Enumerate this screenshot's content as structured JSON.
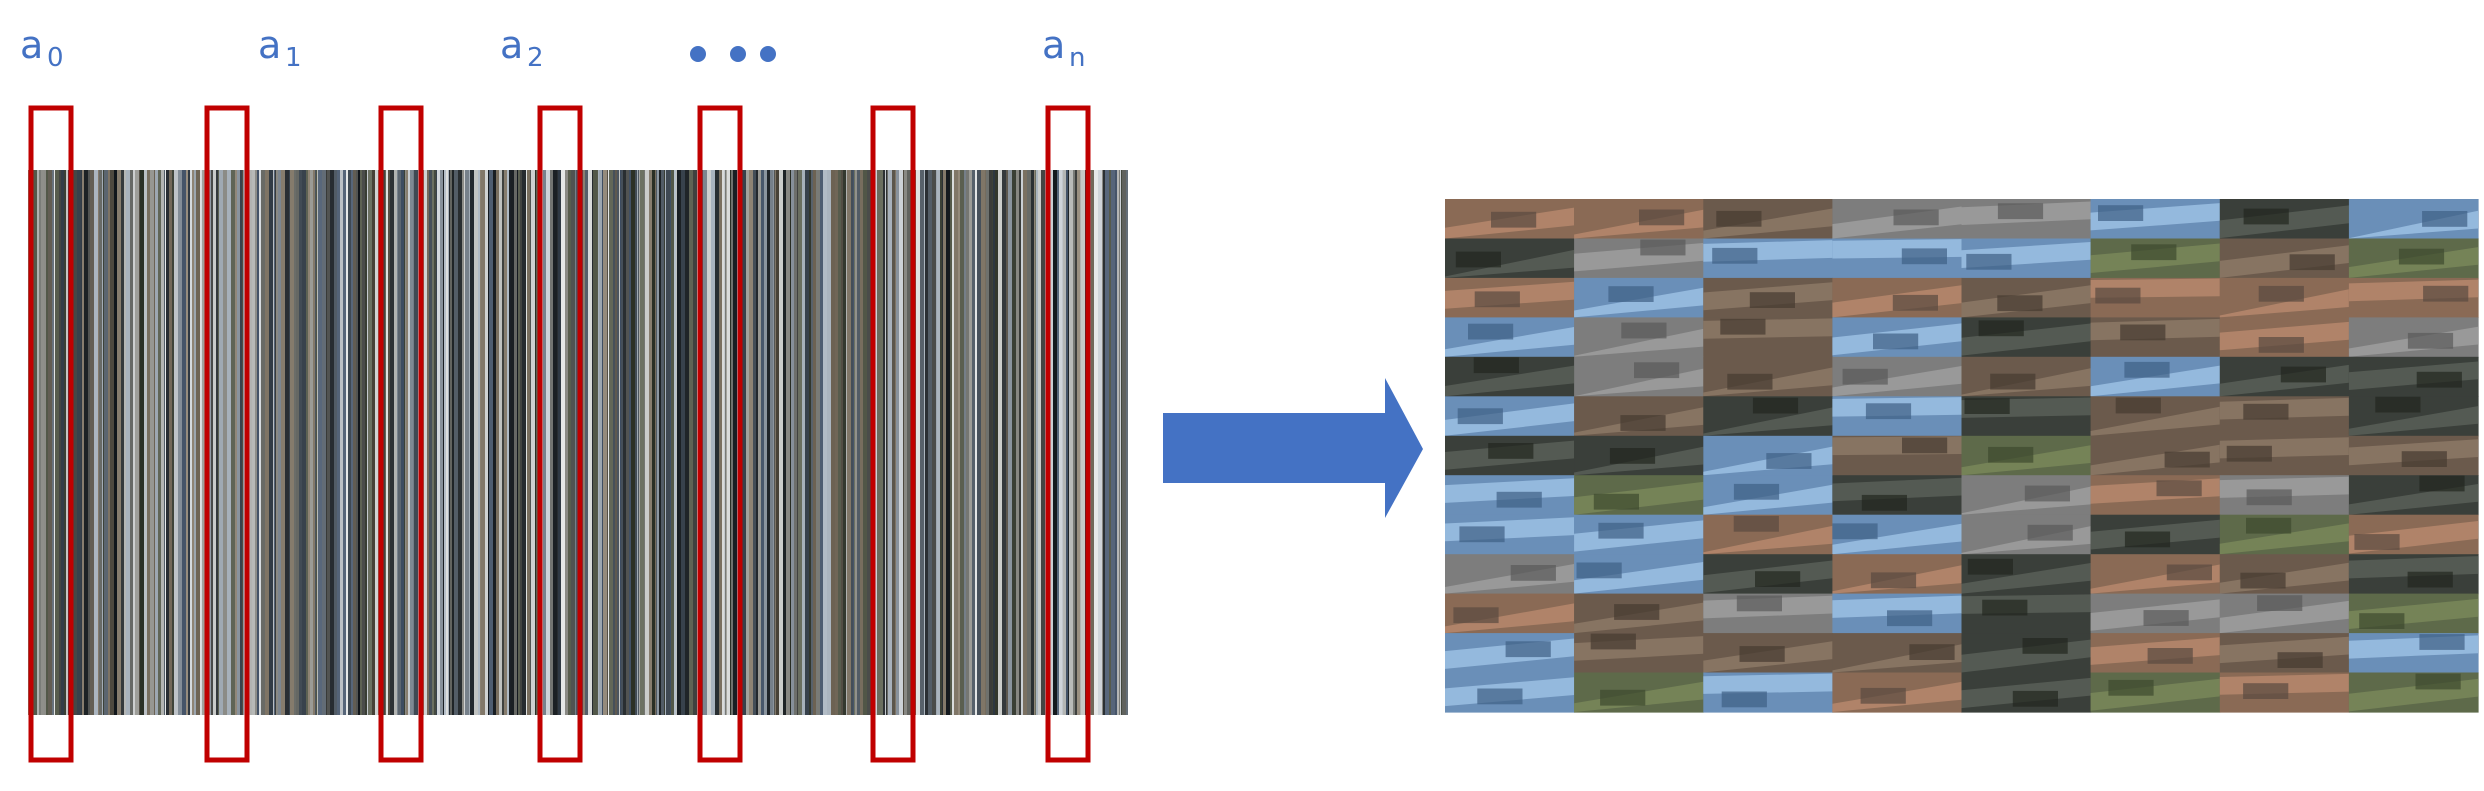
{
  "labels": {
    "a0": {
      "base": "a",
      "sub": "0"
    },
    "a1": {
      "base": "a",
      "sub": "1"
    },
    "a2": {
      "base": "a",
      "sub": "2"
    },
    "an": {
      "base": "a",
      "sub": "n"
    }
  },
  "colors": {
    "label_blue": "#4472c4",
    "frame_red": "#c00000",
    "arrow_blue": "#4472c4"
  }
}
